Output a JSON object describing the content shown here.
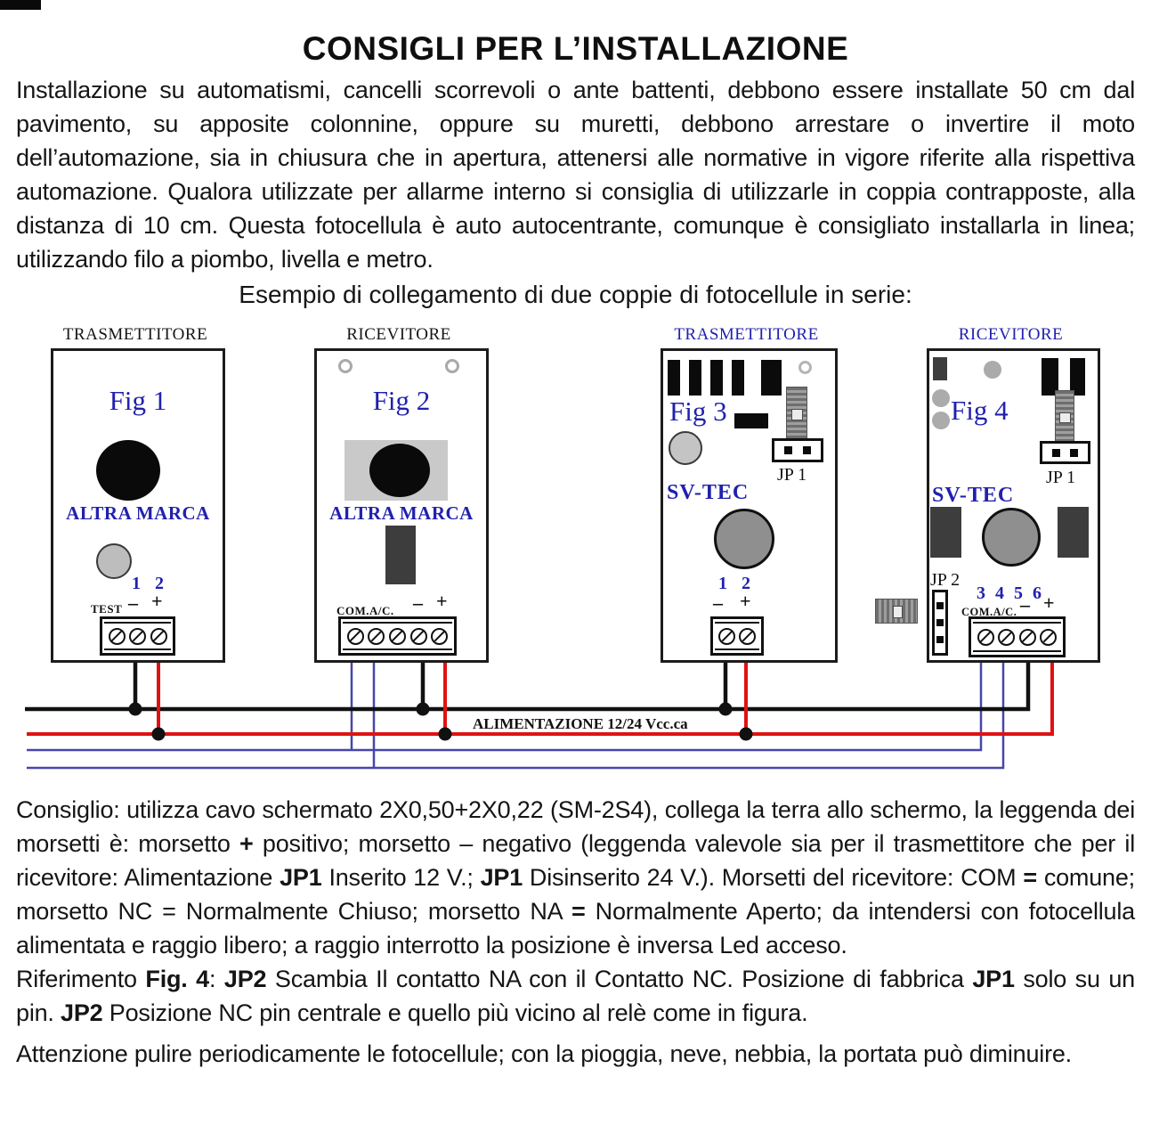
{
  "title": "CONSIGLI PER L’INSTALLAZIONE",
  "intro": "Installazione su automatismi, cancelli scorrevoli o ante battenti, debbono essere installate 50 cm dal pavimento, su apposite colonnine, oppure su muretti, debbono arrestare o invertire il moto dell’automazione, sia in chiusura che in apertura, attenersi alle normative in vigore riferite alla rispettiva automazione. Qualora utilizzate per allarme interno si consiglia di utilizzarle in coppia contrapposte, alla distanza di 10 cm. Questa fotocellula è auto autocentrante, comunque è consigliato installarla in linea; utilizzando filo a piombo, livella e metro.",
  "example_caption": "Esempio di collegamento di due coppie di fotocellule in serie:",
  "figures": {
    "fig1": {
      "device_type": "TRASMETTITORE",
      "label": "Fig 1",
      "brand": "ALTRA MARCA",
      "pins": [
        "1",
        "2"
      ],
      "terminals": {
        "test": "TEST",
        "minus": "–",
        "plus": "+"
      }
    },
    "fig2": {
      "device_type": "RICEVITORE",
      "label": "Fig 2",
      "brand": "ALTRA MARCA",
      "terminals": {
        "com": "COM.A/C.",
        "minus": "–",
        "plus": "+"
      }
    },
    "fig3": {
      "device_type": "TRASMETTITORE",
      "label": "Fig 3",
      "brand": "SV-TEC",
      "jumpers": {
        "jp1": "JP 1"
      },
      "pins": [
        "1",
        "2"
      ],
      "terminals": {
        "minus": "–",
        "plus": "+"
      }
    },
    "fig4": {
      "device_type": "RICEVITORE",
      "label": "Fig 4",
      "brand": "SV-TEC",
      "jumpers": {
        "jp1": "JP 1",
        "jp2": "JP 2"
      },
      "pins": [
        "3",
        "4",
        "5",
        "6"
      ],
      "terminals": {
        "com": "COM.A/C.",
        "minus": "–",
        "plus": "+"
      }
    }
  },
  "wiring": {
    "power_label": "ALIMENTAZIONE 12/24 Vcc.ca"
  },
  "colors": {
    "accent-blue": "#2121ad",
    "wire-black": "#111111",
    "wire-red": "#e11212",
    "wire-blue": "#4646aa"
  },
  "notes": {
    "consiglio": [
      {
        "t": "Consiglio: utilizza cavo schermato 2X0,50+2X0,22 (SM-2S4), collega la terra allo schermo, la leggenda dei morsetti è: morsetto "
      },
      {
        "t": "+",
        "b": true
      },
      {
        "t": " positivo; morsetto – negativo (leggenda valevole sia per il trasmettitore che per il ricevitore: Alimentazione "
      },
      {
        "t": "JP1",
        "b": true
      },
      {
        "t": " Inserito 12 V.; "
      },
      {
        "t": "JP1",
        "b": true
      },
      {
        "t": " Disinserito 24 V.). Morsetti del ricevitore: COM "
      },
      {
        "t": "=",
        "b": true
      },
      {
        "t": " comune; morsetto NC = Normalmente Chiuso; morsetto NA "
      },
      {
        "t": "=",
        "b": true
      },
      {
        "t": " Normalmente Aperto; da intendersi con fotocellula alimentata e raggio libero; a raggio interrotto la posizione è inversa Led acceso."
      }
    ],
    "riferimento": [
      {
        "t": "Riferimento "
      },
      {
        "t": "Fig. 4",
        "b": true
      },
      {
        "t": ": "
      },
      {
        "t": "JP2",
        "b": true
      },
      {
        "t": " Scambia Il contatto NA con il Contatto NC. Posizione di fabbrica "
      },
      {
        "t": "JP1",
        "b": true
      },
      {
        "t": " solo su un pin. "
      },
      {
        "t": "JP2",
        "b": true
      },
      {
        "t": " Posizione NC pin centrale e quello più vicino al relè come in figura."
      }
    ],
    "attenzione": "Attenzione pulire periodicamente le fotocellule; con la pioggia, neve, nebbia, la portata può diminuire."
  }
}
